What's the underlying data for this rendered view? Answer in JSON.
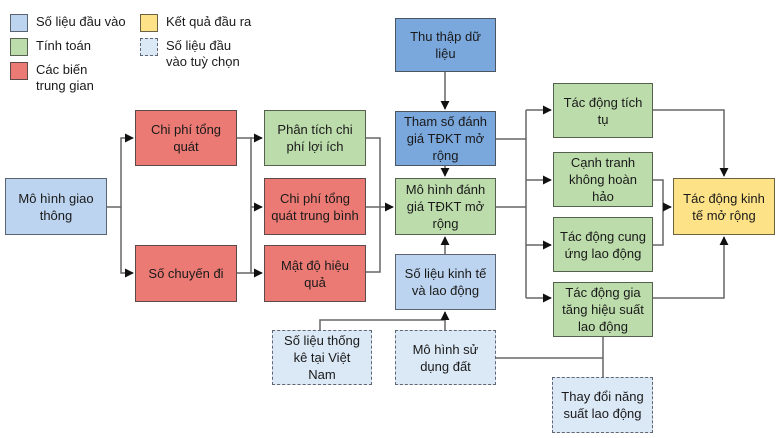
{
  "legend": [
    {
      "label": "Số liệu đầu vào",
      "kind": "input"
    },
    {
      "label": "Tính toán",
      "kind": "compute"
    },
    {
      "label": "Các biến\ntrung gian",
      "kind": "intermediate"
    },
    {
      "label": "Kết quả đầu ra",
      "kind": "output"
    },
    {
      "label": "Số liệu đầu\nvào tuỳ chọn",
      "kind": "optional"
    }
  ],
  "colors": {
    "input": "#bcd4ef",
    "input_dark": "#7aa7dc",
    "compute": "#bcdcab",
    "intermediate": "#ec7a74",
    "output": "#fde287",
    "optional": "#dbe8f6",
    "line": "#555555"
  },
  "nodes": {
    "transport_model": "Mô hình giao thông",
    "generalized_cost": "Chi phí tổng quát",
    "trips": "Số chuyến đi",
    "cost_benefit": "Phân tích chi phí lợi ích",
    "avg_generalized_cost": "Chi phí tổng quát trung bình",
    "effective_density": "Mật độ hiệu quả",
    "data_collection": "Thu thập dữ liệu",
    "wei_parameters": "Tham số đánh giá TĐKT mở rộng",
    "wei_model": "Mô hình đánh giá TĐKT mở rộng",
    "econ_labour_data": "Số liệu kinh tế và lao động",
    "vn_statistics": "Số liệu thống kê tại Việt Nam",
    "land_use_model": "Mô hình sử dụng đất",
    "agglomeration": "Tác động tích tụ",
    "imperfect_competition": "Cạnh tranh không hoàn hảo",
    "labour_supply": "Tác động cung ứng lao động",
    "productivity_increase": "Tác động gia tăng hiệu suất lao động",
    "productivity_change": "Thay đổi năng suất lao động",
    "wider_economic_impacts": "Tác động kinh tế mở rộng"
  }
}
